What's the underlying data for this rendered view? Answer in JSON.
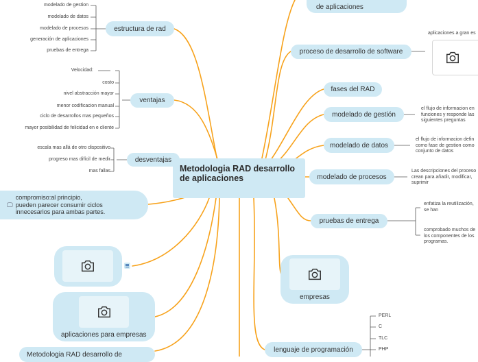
{
  "central": {
    "title": "Metodologia RAD desarrollo de aplicaciones"
  },
  "left": {
    "estructura": {
      "label": "estructura de rad",
      "children": [
        "modelado de gestion",
        "modelado de datos",
        "modelado de procesos",
        "generación de aplicaciones",
        "pruebas de entrega"
      ]
    },
    "ventajas": {
      "label": "ventajas",
      "children": [
        "Velocidad:",
        "costo",
        "nivel abstracción mayor",
        "menor codificacion manual",
        "ciclo de desarrollos mas pequeños",
        "mayor posibilidad de felicidad en e cliente"
      ]
    },
    "desventajas": {
      "label": "desventajas",
      "children": [
        "escala mas allá de otro dispositivo",
        "progreso mas difícil de medir",
        "mas fallas"
      ]
    },
    "compromiso": {
      "line1": "compromiso:al principio,",
      "line2": "pueden parecer consumir ciclos",
      "line3": "innecesarios para ambas partes."
    },
    "image_node": {
      "icon": "camera-icon",
      "side_icon": "notes-icon"
    },
    "empresas_node": {
      "label": "aplicaciones para empresas"
    },
    "bottom_node": {
      "label": "Metodologia RAD desarrollo de"
    }
  },
  "right": {
    "top_partial": {
      "label": "de aplicaciones"
    },
    "proceso": {
      "label": "proceso de desarrollo de software",
      "note": "aplicaciones a gran es"
    },
    "fases": {
      "label": "fases del RAD"
    },
    "gestion": {
      "label": "modelado de gestión",
      "note": [
        "el flujo de informacion en",
        "funciones y responde las",
        "siguientes preguntas"
      ]
    },
    "datos": {
      "label": "modelado de datos",
      "note": [
        "el flujo de informacion defin",
        "como fase de gestion como",
        "conjunto de datos"
      ]
    },
    "procesos": {
      "label": "modelado de procesos",
      "note": [
        "Las descripciones del proceso",
        "crean para añadir, modificar,",
        "suprimir"
      ]
    },
    "pruebas": {
      "label": "pruebas de entrega",
      "note1": [
        "enfatiza la reutilización,",
        "se han"
      ],
      "note2": [
        "comprobado muchos de",
        "los componentes de los",
        "programas."
      ]
    },
    "empresas": {
      "label": "empresas"
    },
    "lenguaje": {
      "label": "lenguaje de programación",
      "children": [
        "PERL",
        "C",
        "TLC",
        "PHP"
      ]
    }
  },
  "colors": {
    "branch": "#f7a21b",
    "node": "#cfe9f4",
    "inner": "#e7f4f9",
    "leafline": "#555555"
  }
}
